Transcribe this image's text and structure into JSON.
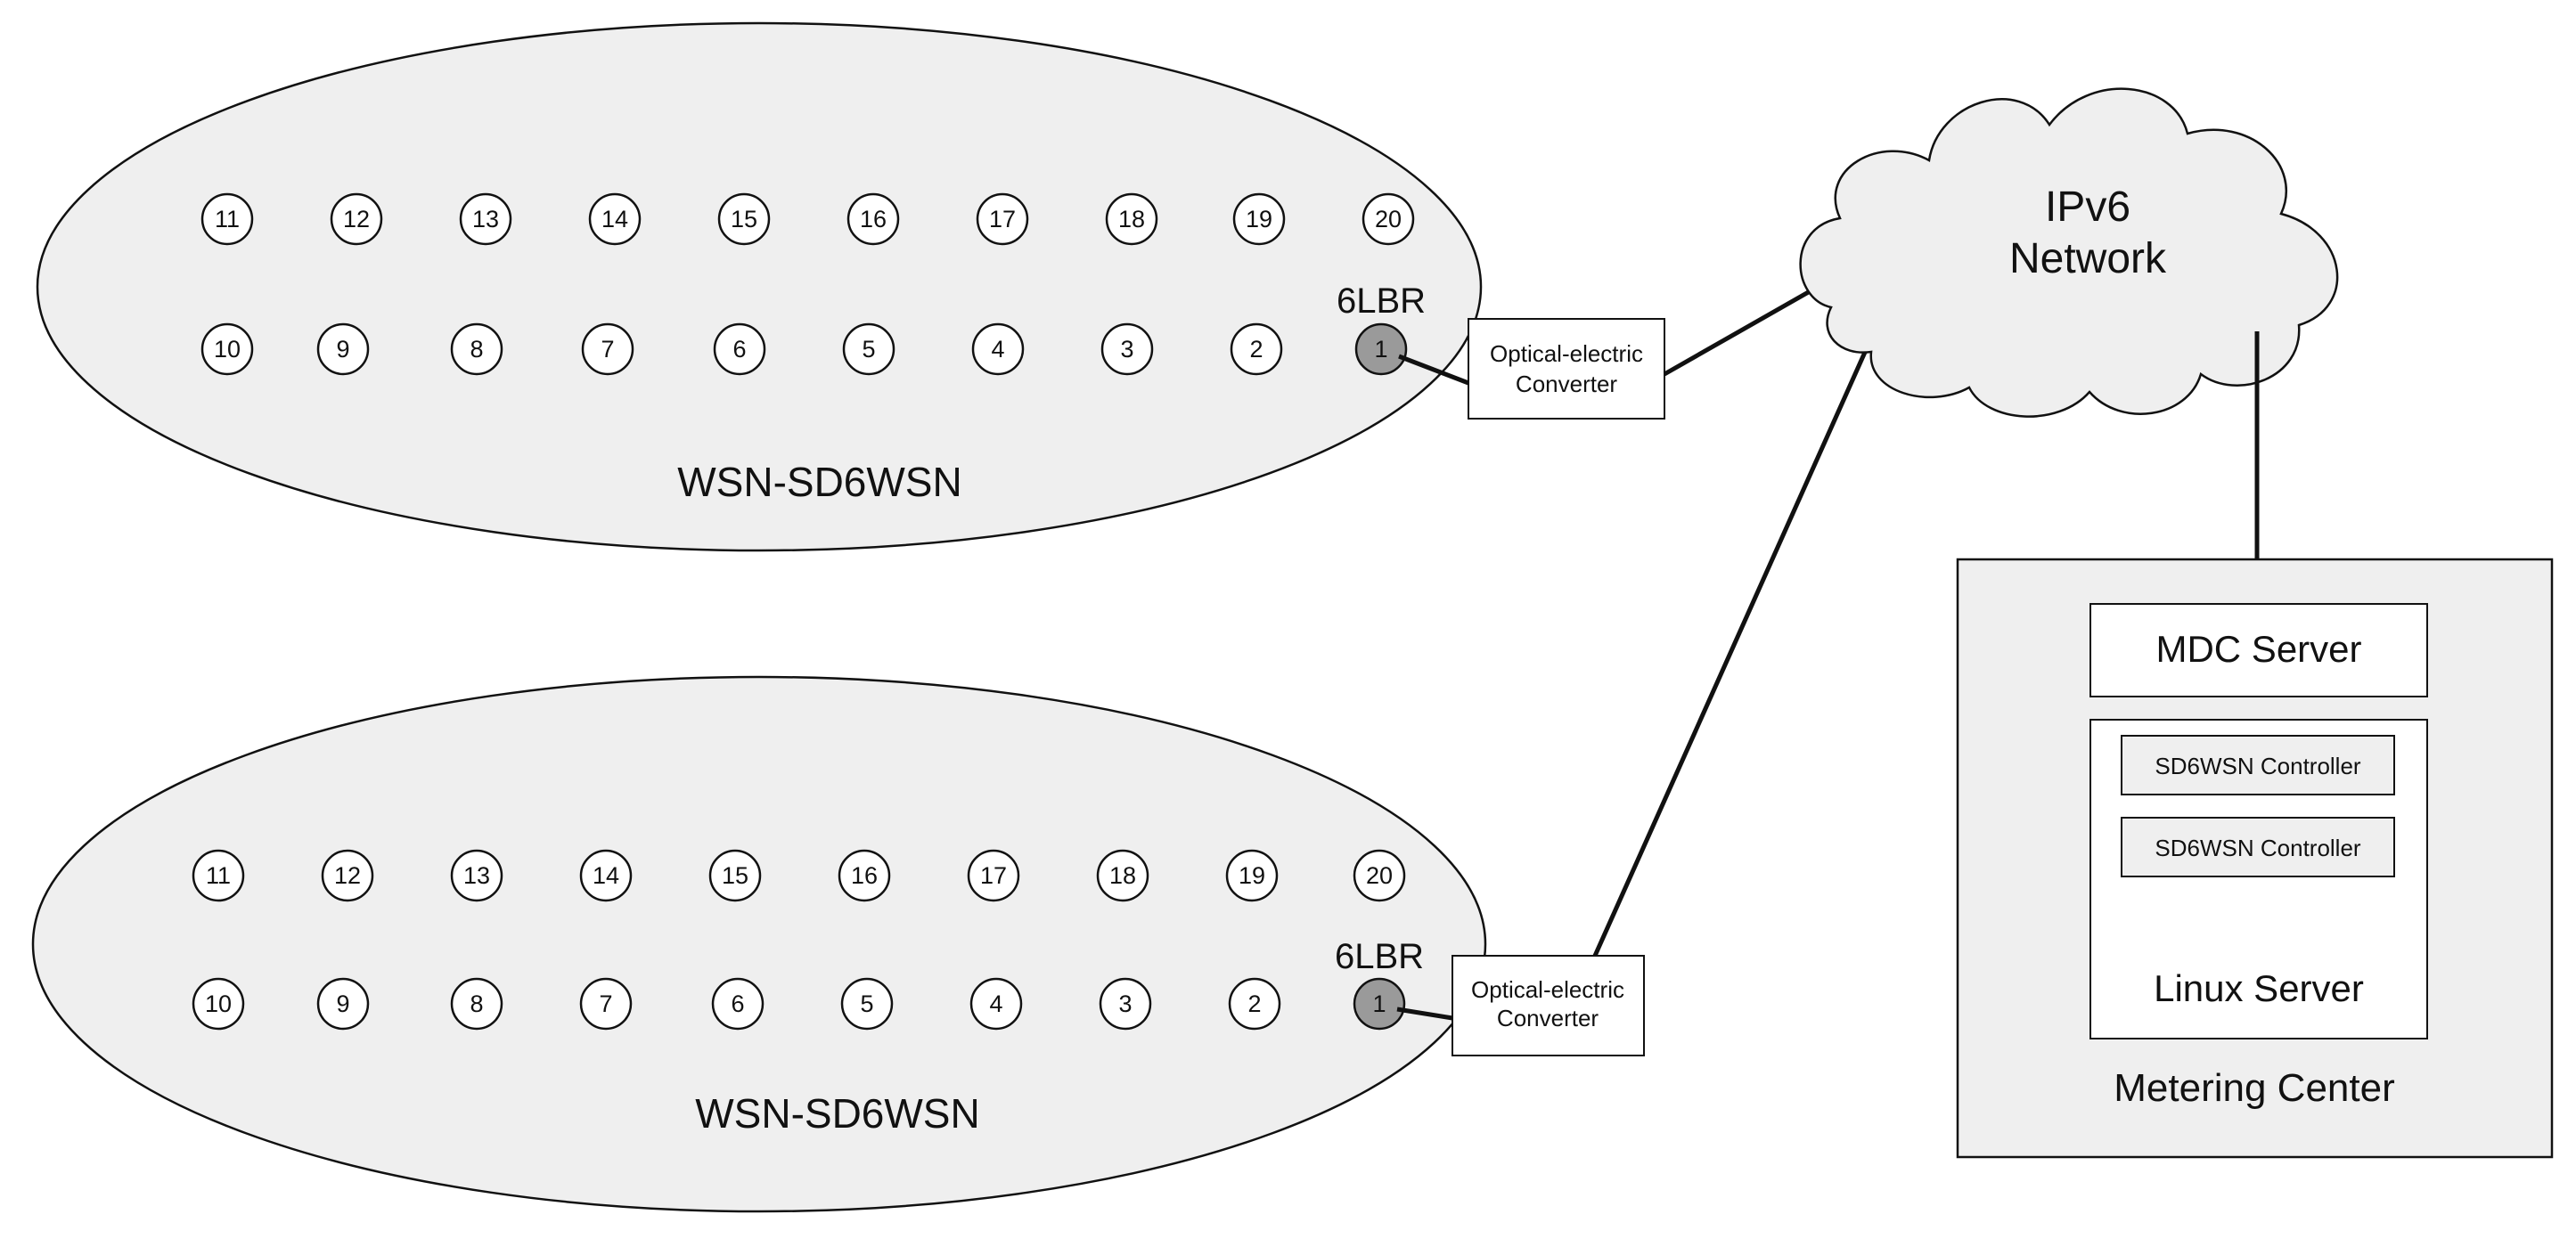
{
  "colors": {
    "ellipse_fill": "#efefef",
    "stroke": "#111111",
    "router_fill": "#9a9a9a",
    "box_fill": "#ffffff",
    "metering_fill": "#efefef",
    "controller_fill": "#efefef"
  },
  "clusters": [
    {
      "label": "WSN-SD6WSN",
      "router_label": "6LBR",
      "top_row": [
        "11",
        "12",
        "13",
        "14",
        "15",
        "16",
        "17",
        "18",
        "19",
        "20"
      ],
      "bottom_row": [
        "10",
        "9",
        "8",
        "7",
        "6",
        "5",
        "4",
        "3",
        "2",
        "1"
      ],
      "converter": [
        "Optical-electric",
        "Converter"
      ]
    },
    {
      "label": "WSN-SD6WSN",
      "router_label": "6LBR",
      "top_row": [
        "11",
        "12",
        "13",
        "14",
        "15",
        "16",
        "17",
        "18",
        "19",
        "20"
      ],
      "bottom_row": [
        "10",
        "9",
        "8",
        "7",
        "6",
        "5",
        "4",
        "3",
        "2",
        "1"
      ],
      "converter": [
        "Optical-electric",
        "Converter"
      ]
    }
  ],
  "cloud": {
    "line1": "IPv6",
    "line2": "Network"
  },
  "metering_center": {
    "title": "Metering Center",
    "mdc_server": "MDC Server",
    "linux_server": "Linux Server",
    "controllers": [
      "SD6WSN Controller",
      "SD6WSN Controller"
    ]
  }
}
